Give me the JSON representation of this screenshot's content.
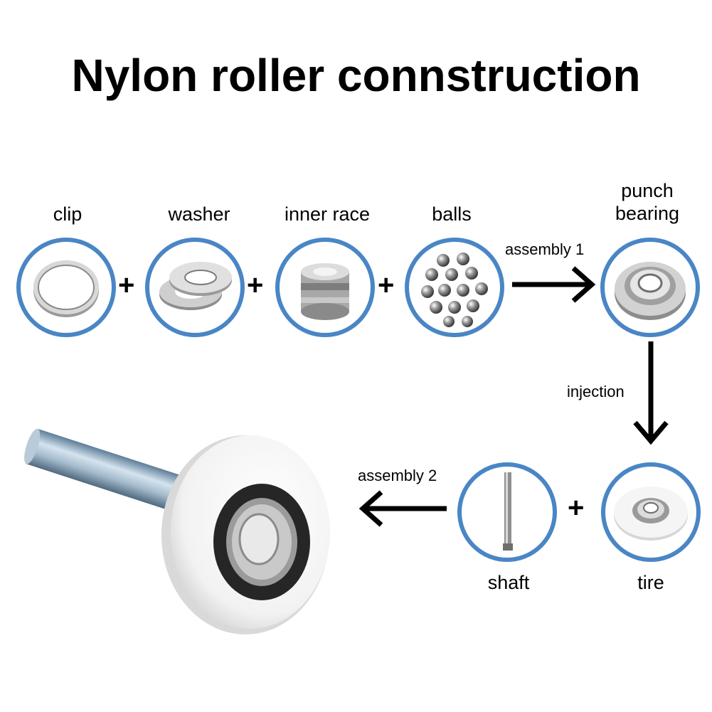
{
  "title": "Nylon roller connstruction",
  "components": {
    "clip": "clip",
    "washer": "washer",
    "inner_race": "inner race",
    "balls": "balls",
    "punch_bearing": "punch\nbearing",
    "shaft": "shaft",
    "tire": "tire"
  },
  "steps": {
    "assembly_1": "assembly 1",
    "injection": "injection",
    "assembly_2": "assembly 2"
  },
  "operators": {
    "plus": "+"
  },
  "colors": {
    "circle_border": "#4a86c5",
    "arrow": "#000000"
  }
}
